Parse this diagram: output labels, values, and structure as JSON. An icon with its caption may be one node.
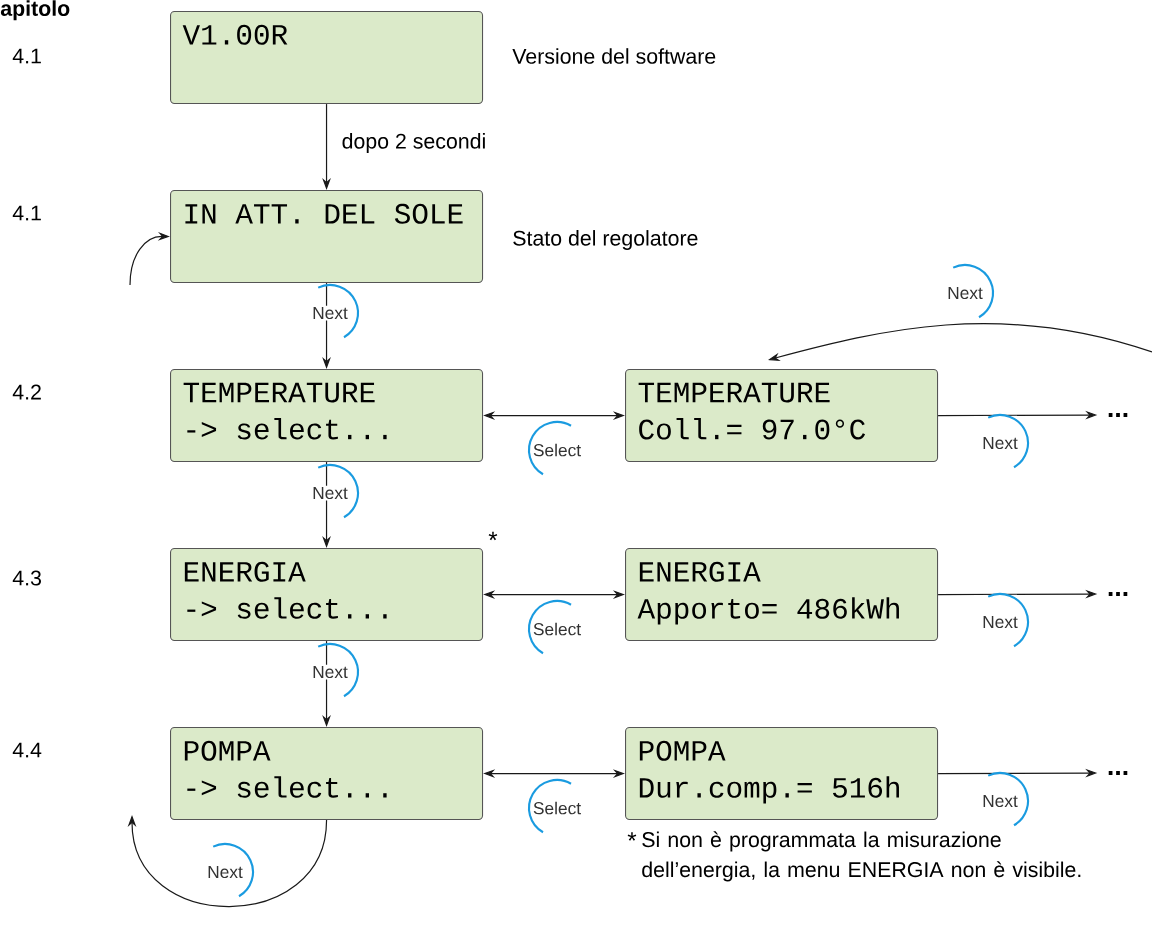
{
  "diagram": {
    "nodes": [
      {
        "text": [
          "V1.00R"
        ],
        "beside": [
          "Versione del software"
        ]
      },
      {
        "text": [
          "IN ATT. DEL SOLE"
        ],
        "beside": [
          "Stato del regolatore"
        ]
      },
      {
        "text": [
          "TEMPERATURE",
          "-> select..."
        ]
      },
      {
        "text": [
          "TEMPERATURE",
          "Coll.= 97.0°C"
        ]
      },
      {
        "text": [
          "ENERGIA",
          "-> select..."
        ]
      },
      {
        "text": [
          "ENERGIA",
          "Apporto= 486kWh"
        ]
      },
      {
        "text": [
          "POMPA",
          "-> select..."
        ]
      },
      {
        "text": [
          "POMPA",
          "Dur.comp.= 516h"
        ]
      },
      {
        "text": [
          "..."
        ]
      },
      {
        "text": [
          "..."
        ]
      },
      {
        "text": [
          "..."
        ]
      }
    ],
    "edges": [
      {
        "from": 0,
        "to": 1,
        "arrow": "to",
        "label": "dopo 2 secondi"
      },
      {
        "from": null,
        "to": 1,
        "arrow": "to"
      },
      {
        "from": 1,
        "to": 2,
        "arrow": "to",
        "label": "Next"
      },
      {
        "from": 2,
        "to": 3,
        "arrow": "both",
        "label": "Select"
      },
      {
        "from": 3,
        "to": 8,
        "arrow": "to",
        "label": "Next"
      },
      {
        "from": null,
        "to": 3,
        "arrow": "to",
        "label": "Next"
      },
      {
        "from": 2,
        "to": 4,
        "arrow": "to",
        "label": "Next"
      },
      {
        "from": 4,
        "to": 5,
        "arrow": "both",
        "label": "Select"
      },
      {
        "from": 5,
        "to": 9,
        "arrow": "to",
        "label": "Next"
      },
      {
        "from": 4,
        "to": 6,
        "arrow": "to",
        "label": "Next"
      },
      {
        "from": 6,
        "to": 7,
        "arrow": "both",
        "label": "Select"
      },
      {
        "from": 7,
        "to": 10,
        "arrow": "to",
        "label": "Next"
      },
      {
        "from": 6,
        "to": null,
        "arrow": "to",
        "label": "Next"
      }
    ],
    "labels": [
      "apitolo",
      "4.1",
      "4.1",
      "4.2",
      "4.3",
      "4.4",
      "*",
      "*",
      "Si non è programmata la misurazione dell’energia, la menu ENERGIA non è visibile."
    ]
  }
}
